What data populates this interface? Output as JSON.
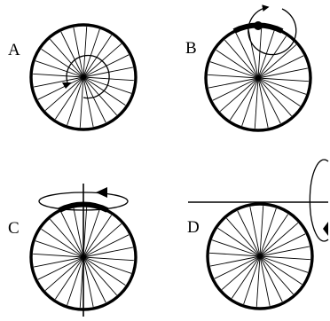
{
  "panels": [
    {
      "id": "a",
      "label": "A"
    },
    {
      "id": "b",
      "label": "B"
    },
    {
      "id": "c",
      "label": "C"
    },
    {
      "id": "d",
      "label": "D"
    }
  ],
  "wheel": {
    "spoke_count": 24
  },
  "colors": {
    "ink": "#000000",
    "paper": "#ffffff"
  }
}
